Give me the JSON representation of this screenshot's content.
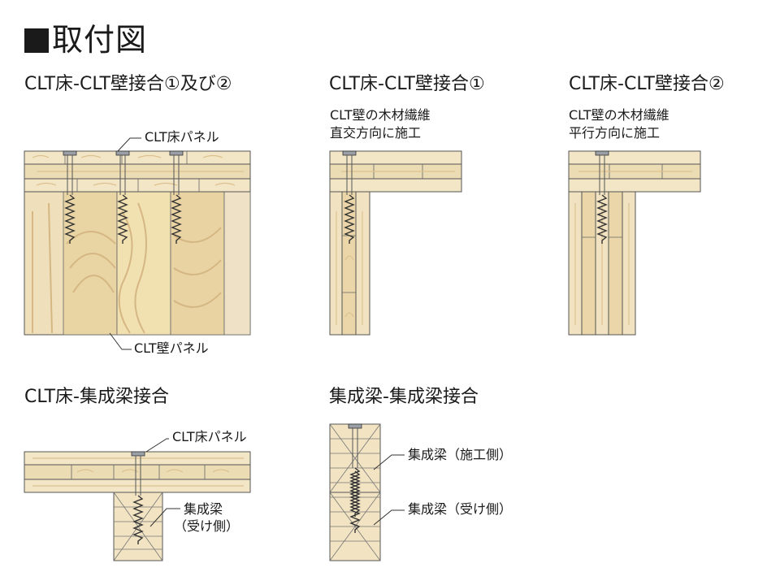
{
  "title": "取付図",
  "sections": {
    "s1": {
      "title": "CLT床-CLT壁接合①及び②",
      "label_floor": "CLT床パネル",
      "label_wall": "CLT壁パネル"
    },
    "s2": {
      "title": "CLT床-CLT壁接合①",
      "note1": "CLT壁の木材繊維",
      "note2": "直交方向に施工"
    },
    "s3": {
      "title": "CLT床-CLT壁接合②",
      "note1": "CLT壁の木材繊維",
      "note2": "平行方向に施工"
    },
    "s4": {
      "title": "CLT床-集成梁接合",
      "label_floor": "CLT床パネル",
      "label_beam1": "集成梁",
      "label_beam2": "（受け側）"
    },
    "s5": {
      "title": "集成梁-集成梁接合",
      "label_top": "集成梁（施工側）",
      "label_bottom": "集成梁（受け側）"
    }
  },
  "colors": {
    "wood_light": "#f2e3bf",
    "wood_mid": "#e6cf9c",
    "grain": "#d8bd88",
    "outline": "#4a4a4a"
  },
  "icons": [
    "screw-icon"
  ]
}
